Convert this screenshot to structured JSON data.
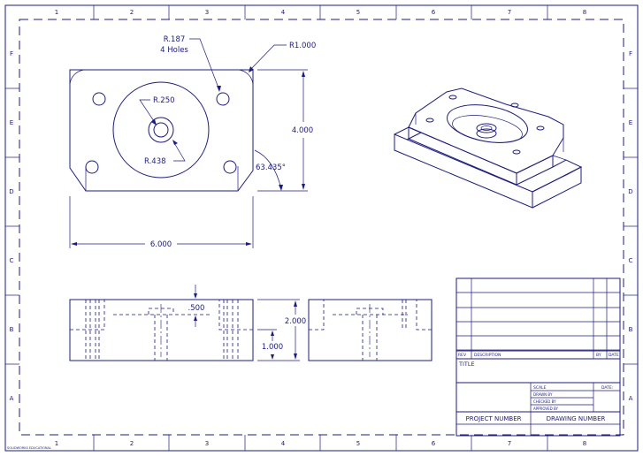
{
  "sheet": {
    "zone_columns": [
      "1",
      "2",
      "3",
      "4",
      "5",
      "6",
      "7",
      "8"
    ],
    "zone_rows_top_down": [
      "F",
      "E",
      "D",
      "C",
      "B",
      "A"
    ],
    "stamp": "SOLIDWORKS EDUCATIONAL",
    "ink_color": "#1a1a8c"
  },
  "top_view": {
    "hole_callout_size": "R.187",
    "hole_callout_count": "4 Holes",
    "corner_radius": "R1.000",
    "inner_radius": "R.250",
    "boss_radius": "R.438",
    "height_dim": "4.000",
    "chamfer_angle": "63.435°",
    "width_dim": "6.000"
  },
  "front_view": {
    "slot_depth_dim": ".500",
    "total_height_dim": "2.000",
    "step_height_dim": "1.000"
  },
  "title_block": {
    "rev_label": "REV",
    "description_label": "DESCRIPTION",
    "by_label": "BY",
    "date_label": "DATE",
    "title_label": "TITLE",
    "scale_label": "SCALE",
    "date2_label": "DATE:",
    "drawn_by_label": "DRAWN BY",
    "checked_by_label": "CHECKED BY",
    "approved_by_label": "APPROVED BY",
    "project_number_label": "PROJECT NUMBER",
    "drawing_number_label": "DRAWING NUMBER"
  }
}
